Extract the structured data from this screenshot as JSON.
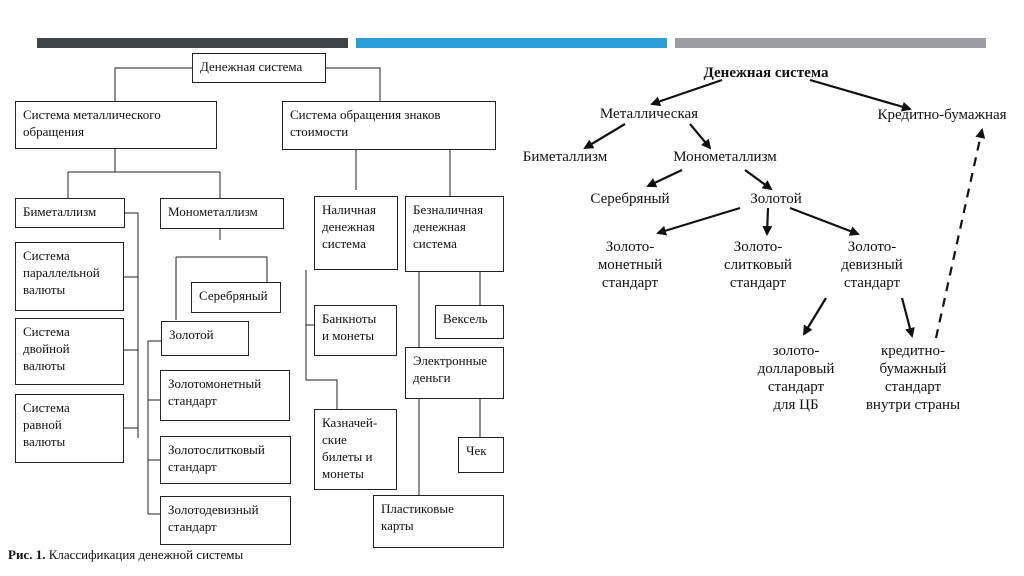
{
  "header_bars": {
    "left_color": "#3d4548",
    "middle_color": "#2a9fd8",
    "right_color": "#9a9ea2"
  },
  "left": {
    "root": "Денежная система",
    "metal": "Система металлического\nобращения",
    "value_signs": "Система обращения знаков\nстоимости",
    "bimetal": "Биметаллизм",
    "monometal": "Монометаллизм",
    "parallel": "Система\nпараллельной\nвалюты",
    "double": "Система\nдвойной\nвалюты",
    "equal": "Система\nравной\nвалюты",
    "silver": "Серебряный",
    "gold": "Золотой",
    "gold_coin": "Золотомонетный\nстандарт",
    "gold_bullion": "Золотослитковый\nстандарт",
    "gold_exchange": "Золотодевизный\nстандарт",
    "cash": "Наличная\nденежная\nсистема",
    "noncash": "Безналичная\nденежная\nсистема",
    "banknotes": "Банкноты\nи монеты",
    "treasury": "Казначей-\nские\nбилеты и\nмонеты",
    "bill": "Вексель",
    "emoney": "Электронные\nденьги",
    "cheque": "Чек",
    "cards": "Пластиковые\nкарты",
    "caption_prefix": "Рис. 1.",
    "caption_text": "Классификация денежной системы"
  },
  "right": {
    "root": "Денежная система",
    "metallic": "Металлическая",
    "credit_paper": "Кредитно-бумажная",
    "bimetal": "Биметаллизм",
    "monometal": "Монометаллизм",
    "silver": "Серебряный",
    "gold": "Золотой",
    "gold_coin": "Золото-\nмонетный\nстандарт",
    "gold_bullion": "Золото-\nслитковый\nстандарт",
    "gold_exchange": "Золото-\nдевизный\nстандарт",
    "gold_dollar": "золото-\nдолларовый\nстандарт\nдля ЦБ",
    "credit_domestic": "кредитно-\nбумажный\nстандарт\nвнутри страны"
  }
}
